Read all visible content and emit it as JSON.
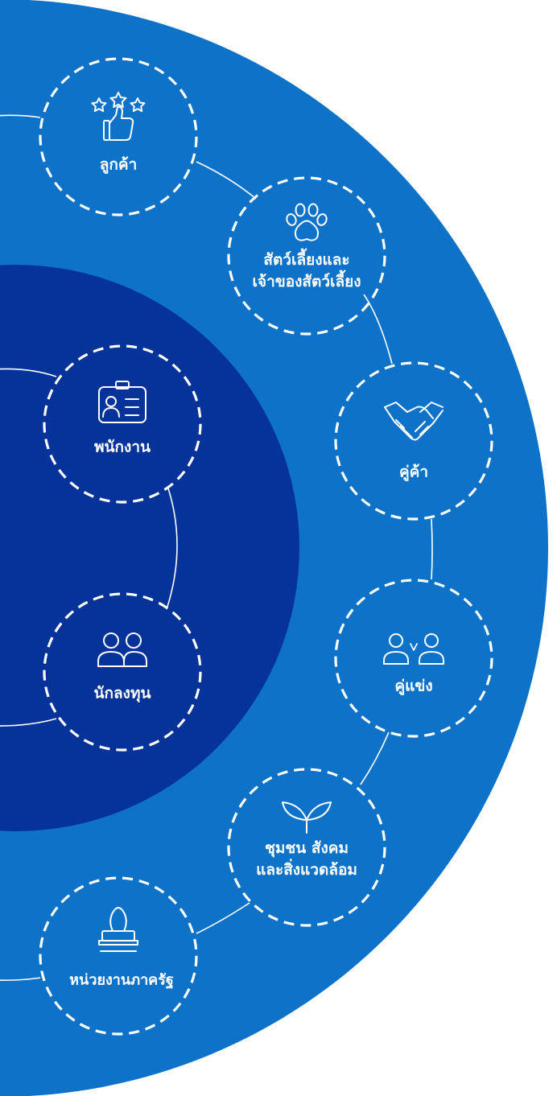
{
  "colors": {
    "outer_circle": "#0E72C8",
    "inner_circle": "#05339A",
    "node_stroke": "#FFFFFF",
    "connector": "#FFFFFF",
    "text": "#FFFFFF"
  },
  "inner_nodes": [
    {
      "id": "employee",
      "icon": "employee-id-card-icon",
      "label_lines": [
        "พนักงาน"
      ]
    },
    {
      "id": "investor",
      "icon": "investor-people-icon",
      "label_lines": [
        "นักลงทุน"
      ]
    }
  ],
  "outer_nodes": [
    {
      "id": "customer",
      "icon": "stars-thumbs-up-icon",
      "label_lines": [
        "ลูกค้า"
      ]
    },
    {
      "id": "pet",
      "icon": "paw-print-icon",
      "label_lines": [
        "สัตว์เลี้ยงและ",
        "เจ้าของสัตว์เลี้ยง"
      ]
    },
    {
      "id": "partner",
      "icon": "handshake-icon",
      "label_lines": [
        "คู่ค้า"
      ]
    },
    {
      "id": "competitor",
      "icon": "competitor-versus-icon",
      "label_lines": [
        "คู่แข่ง"
      ]
    },
    {
      "id": "community",
      "icon": "sprout-leaf-icon",
      "label_lines": [
        "ชุมชน สังคม",
        "และสิ่งแวดล้อม"
      ]
    },
    {
      "id": "government",
      "icon": "official-stamp-icon",
      "label_lines": [
        "หน่วยงานภาครัฐ"
      ]
    }
  ]
}
